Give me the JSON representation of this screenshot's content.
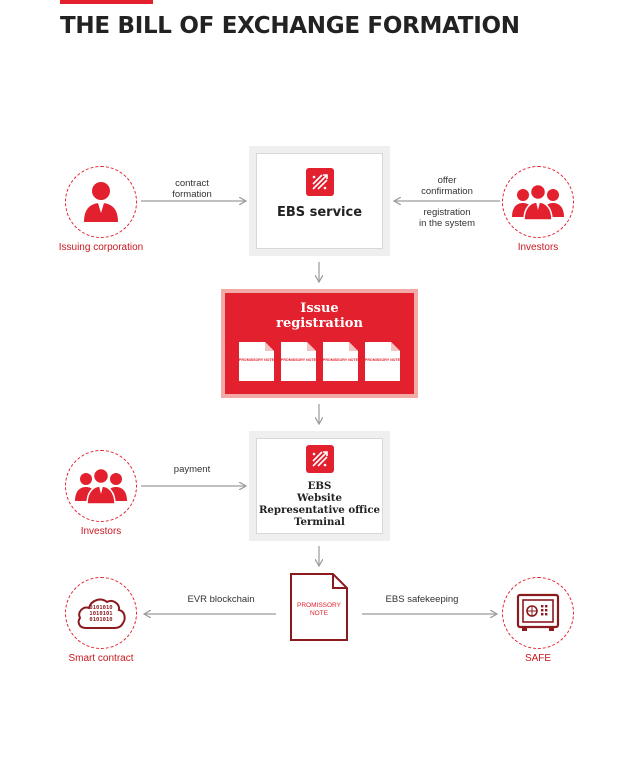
{
  "title": "THE BILL OF EXCHANGE FORMATION",
  "colors": {
    "accent": "#e2202e",
    "dark_red": "#8b1a1f",
    "box_bg": "#efefef"
  },
  "nodes": {
    "issuing_corporation": {
      "label": "Issuing corporation",
      "icon": "person-icon"
    },
    "investors_top": {
      "label": "Investors",
      "icon": "group-icon"
    },
    "ebs_service": {
      "label": "EBS service",
      "icon": "ebs-logo-icon"
    },
    "issue_registration": {
      "title_line1": "Issue",
      "title_line2": "registration",
      "notes": [
        "PROMISSORY NOTE",
        "PROMISSORY NOTE",
        "PROMISSORY NOTE",
        "PROMISSORY NOTE"
      ]
    },
    "investors_mid": {
      "label": "Investors",
      "icon": "group-icon"
    },
    "ebs_website": {
      "lines": [
        "EBS",
        "Website",
        "Representative office",
        "Terminal"
      ],
      "icon": "ebs-logo-icon"
    },
    "promissory_note": {
      "line1": "PROMISSORY",
      "line2": "NOTE"
    },
    "smart_contract": {
      "label": "Smart contract",
      "icon": "binary-cloud-icon",
      "binary": [
        "0101010",
        "1010101",
        "0101010"
      ]
    },
    "safe": {
      "label": "SAFE",
      "icon": "safe-icon"
    }
  },
  "edges": {
    "contract_formation": [
      "contract",
      "formation"
    ],
    "offer_confirmation": [
      "offer",
      "confirmation"
    ],
    "registration_in_system": [
      "registration",
      "in the system"
    ],
    "payment": "payment",
    "evr_blockchain": "EVR blockchain",
    "ebs_safekeeping": "EBS safekeeping"
  }
}
